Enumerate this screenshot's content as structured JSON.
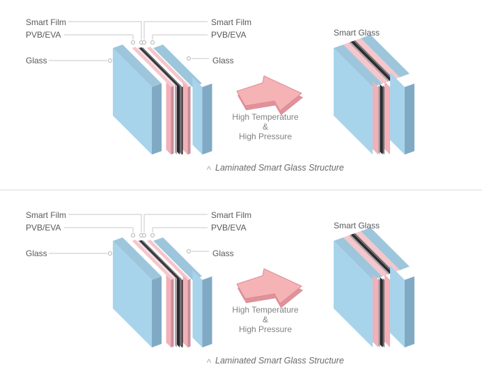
{
  "colors": {
    "background": "#ffffff",
    "glass_front": "#a8d4eb",
    "glass_top": "#9dc6dc",
    "glass_side": "#80aac4",
    "pvb_front": "#f2b0b8",
    "pvb_top": "#f6c6cb",
    "pvb_side": "#c98f9b",
    "film_edge_light": "#b2a5ab",
    "film_core": "#2c2c2e",
    "film_edge_mid": "#717176",
    "arrow_fill": "#f6b3b6",
    "arrow_side": "#e0929a",
    "arrow_outline": "#d98c94",
    "leader_line": "#c7c7c7",
    "leader_dot_fill": "#ffffff",
    "leader_dot_stroke": "#afafaf",
    "label_text": "#55585c",
    "process_text": "#7e8184",
    "caption_text": "#66696c",
    "caption_mark": "#b5bbc3",
    "section_divider": "#d8d8d8"
  },
  "structure": {
    "layers": [
      {
        "name": "Glass",
        "role": "glass"
      },
      {
        "name": "PVB/EVA",
        "role": "pvb"
      },
      {
        "name": "Smart Film",
        "role": "smart-film"
      },
      {
        "name": "PVB/EVA",
        "role": "pvb"
      },
      {
        "name": "Glass",
        "role": "glass"
      }
    ]
  },
  "diagrams": [
    {
      "labels": {
        "smart_film_left": "Smart Film",
        "pvb_left": "PVB/EVA",
        "glass_left": "Glass",
        "smart_film_right": "Smart Film",
        "pvb_right": "PVB/EVA",
        "glass_right": "Glass",
        "smart_glass": "Smart Glass"
      },
      "process": {
        "line1": "High Temperature",
        "line2": "&",
        "line3": "High Pressure"
      },
      "caption_mark": "^",
      "caption": "Laminated Smart Glass Structure"
    },
    {
      "labels": {
        "smart_film_left": "Smart Film",
        "pvb_left": "PVB/EVA",
        "glass_left": "Glass",
        "smart_film_right": "Smart Film",
        "pvb_right": "PVB/EVA",
        "glass_right": "Glass",
        "smart_glass": "Smart Glass"
      },
      "process": {
        "line1": "High Temperature",
        "line2": "&",
        "line3": "High Pressure"
      },
      "caption_mark": "^",
      "caption": "Laminated Smart Glass Structure"
    }
  ]
}
